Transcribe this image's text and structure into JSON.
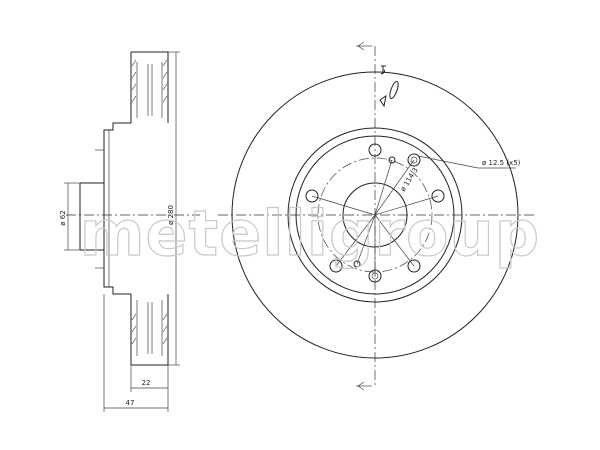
{
  "watermark": "metelligroup",
  "side_view": {
    "dimensions": {
      "hub_diameter": "ø 62",
      "disc_diameter": "ø 280",
      "disc_thickness": "22",
      "total_height": "47"
    }
  },
  "front_view": {
    "dimensions": {
      "bolt_hole": "ø 12.5 (x5)",
      "pitch_circle": "ø 114.3"
    }
  }
}
